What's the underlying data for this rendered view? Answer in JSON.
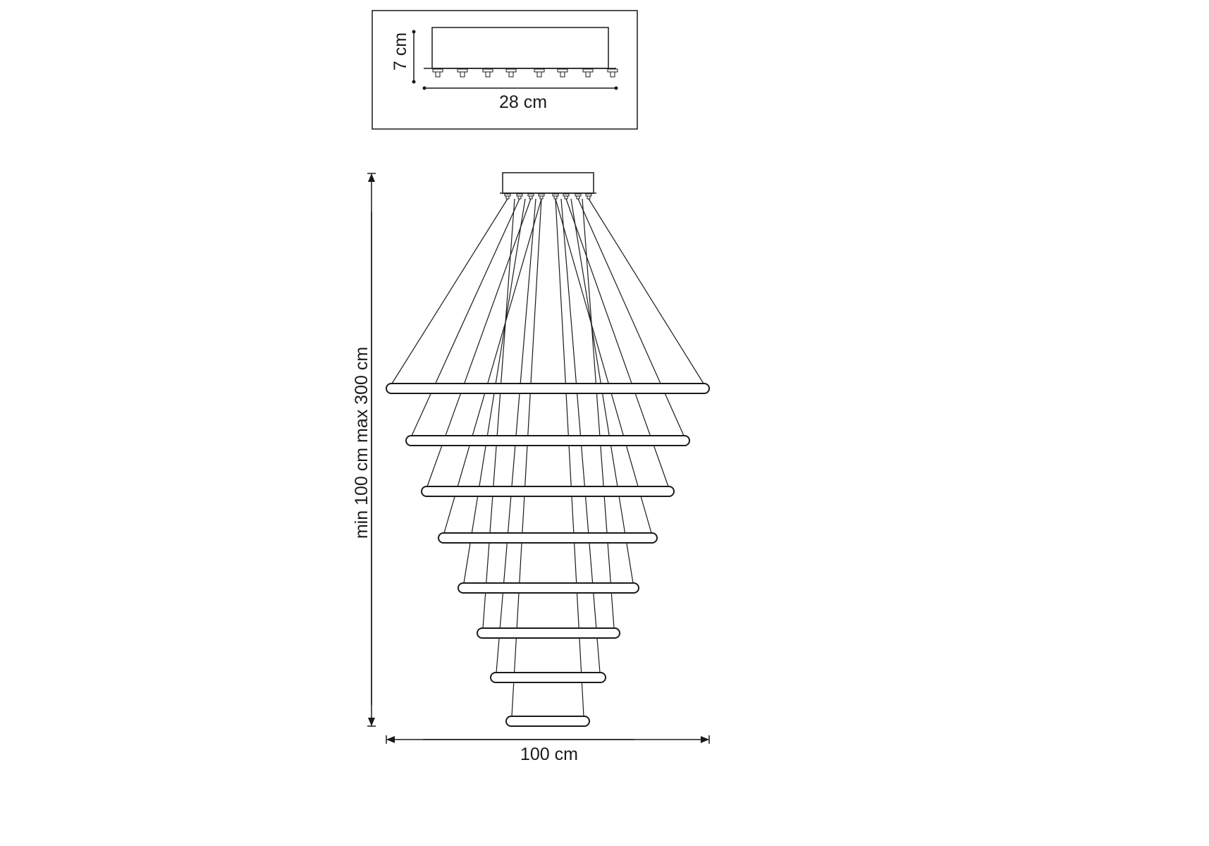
{
  "canopy_detail": {
    "height_label": "7 cm",
    "width_label": "28 cm",
    "mount_count": 8
  },
  "main_drawing": {
    "height_label": "min 100 cm max 300 cm",
    "width_label": "100 cm",
    "ring_count": 8
  },
  "colors": {
    "line": "#1a1a1a",
    "background": "#ffffff"
  }
}
